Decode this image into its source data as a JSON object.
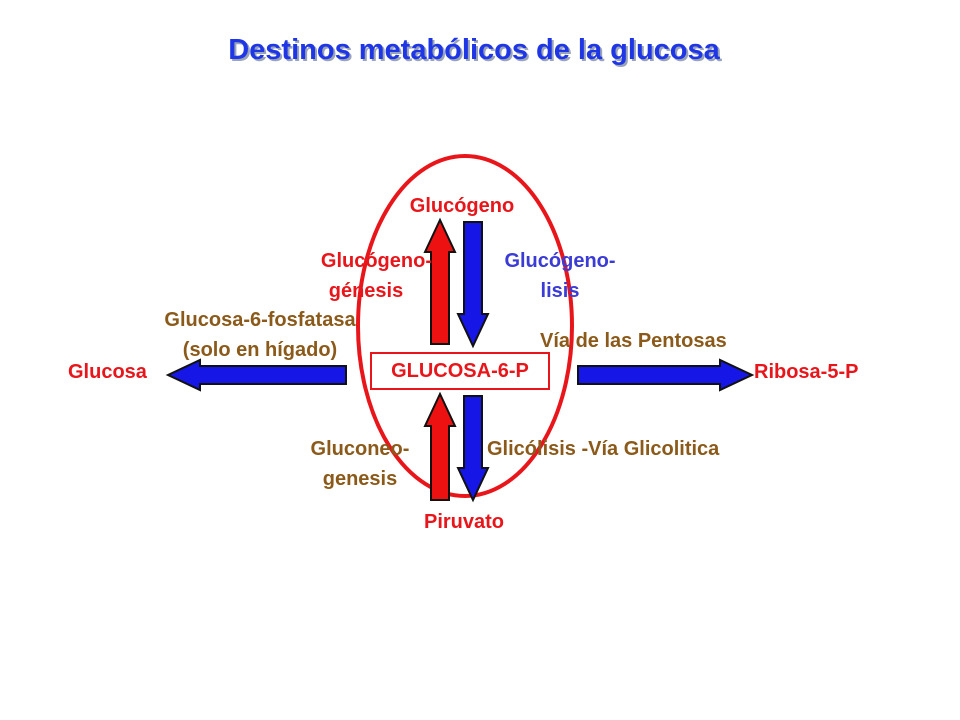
{
  "title": "Destinos metabólicos de la glucosa",
  "colors": {
    "title": "#1f36e6",
    "red_label": "#e8161b",
    "brown_label": "#8b5a1a",
    "blue_label": "#3b3bd6",
    "red_arrow": "#ee1111",
    "blue_arrow": "#1616e6",
    "outline": "#111111",
    "ellipse": "#e8161b"
  },
  "nodes": {
    "center": "GLUCOSA-6-P",
    "glucogeno": "Glucógeno",
    "piruvato": "Piruvato",
    "glucosa": "Glucosa",
    "ribosa": "Ribosa-5-P"
  },
  "processes": {
    "glucogenogenesis": [
      "Glucógeno-",
      "génesis"
    ],
    "glucogenolisis": [
      "Glucógeno-",
      "lisis"
    ],
    "fosfatasa": [
      "Glucosa-6-fosfatasa",
      "(solo en hígado)"
    ],
    "pentosas": "Vía de las Pentosas",
    "gluconeogenesis": [
      "Gluconeo-",
      "genesis"
    ],
    "glicolisis": "Glicólisis -Vía Glicolitica"
  },
  "arrows": [
    {
      "name": "glucogenogenesis-arrow",
      "color": "red_arrow",
      "direction": "up"
    },
    {
      "name": "glucogenolisis-arrow",
      "color": "blue_arrow",
      "direction": "down"
    },
    {
      "name": "gluconeogenesis-arrow",
      "color": "red_arrow",
      "direction": "up"
    },
    {
      "name": "glicolisis-arrow",
      "color": "blue_arrow",
      "direction": "down"
    },
    {
      "name": "fosfatasa-arrow",
      "color": "blue_arrow",
      "direction": "left"
    },
    {
      "name": "pentosas-arrow",
      "color": "blue_arrow",
      "direction": "right"
    }
  ]
}
